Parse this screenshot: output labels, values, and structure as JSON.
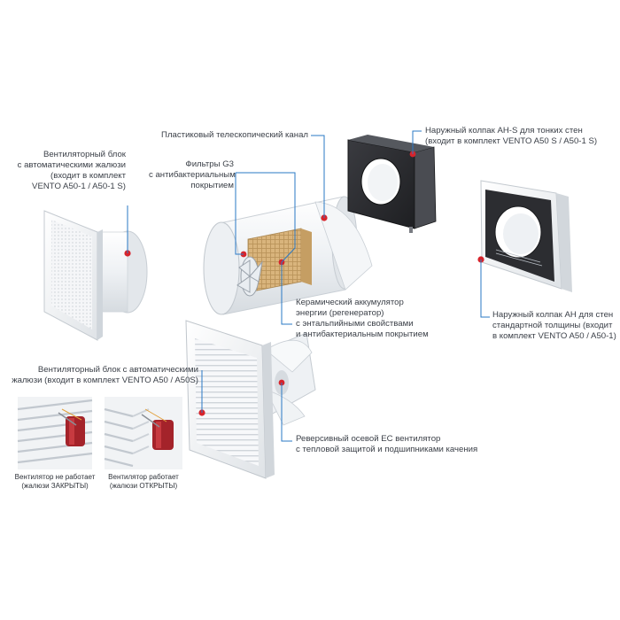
{
  "colors": {
    "leader": "#2a79c5",
    "marker": "#d7242c",
    "text": "#3a3f47",
    "dark_panel": "#2b2c30",
    "white_part": "#f3f5f7",
    "filter": "#d8b27a",
    "damper": "#b3262c"
  },
  "labels": {
    "fan_block_top": {
      "lines": [
        "Вентиляторный блок",
        "с автоматическими жалюзи",
        "(входит в комплект",
        "VENTO A50-1 / A50-1 S)"
      ]
    },
    "telescopic_channel": {
      "lines": [
        "Пластиковый телескопический канал"
      ]
    },
    "filters": {
      "lines": [
        "Фильтры G3",
        "с антибактериальным",
        "покрытием"
      ]
    },
    "hood_ahs": {
      "lines": [
        "Наружный колпак AH-S для тонких стен",
        "(входит в комплект VENTO A50 S / A50-1 S)"
      ]
    },
    "hood_ah": {
      "lines": [
        "Наружный колпак AH для стен",
        "стандартной толщины (входит",
        "в комплект VENTO A50 / A50-1)"
      ]
    },
    "regenerator": {
      "lines": [
        "Керамический аккумулятор",
        "энергии (регенератор)",
        "с энтальпийными свойствами",
        "и антибактериальным покрытием"
      ]
    },
    "fan_block_bottom": {
      "lines": [
        "Вентиляторный блок с автоматическими",
        "жалюзи (входит в комплект VENTO A50 / A50S)"
      ]
    },
    "reversible_fan": {
      "lines": [
        "Реверсивный осевой ЕС вентилятор",
        "с тепловой защитой и подшипниками качения"
      ]
    },
    "fan_off": {
      "lines": [
        "Вентилятор не работает",
        "(жалюзи ЗАКРЫТЫ)"
      ]
    },
    "fan_on": {
      "lines": [
        "Вентилятор работает",
        "(жалюзи ОТКРЫТЫ)"
      ]
    }
  }
}
